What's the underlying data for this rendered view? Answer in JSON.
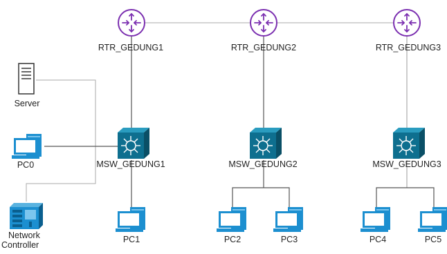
{
  "routers": [
    {
      "id": "r1",
      "label": "RTR_GEDUNG1"
    },
    {
      "id": "r2",
      "label": "RTR_GEDUNG2"
    },
    {
      "id": "r3",
      "label": "RTR_GEDUNG3"
    }
  ],
  "switches": [
    {
      "id": "s1",
      "label": "MSW_GEDUNG1",
      "glyph": "SI"
    },
    {
      "id": "s2",
      "label": "MSW_GEDUNG2",
      "glyph": "SI"
    },
    {
      "id": "s3",
      "label": "MSW_GEDUNG3",
      "glyph": "SI"
    }
  ],
  "devices": {
    "server": {
      "label": "Server",
      "icon": "server-icon"
    },
    "pc0": {
      "label": "PC0",
      "icon": "pc-icon"
    },
    "network_controller": {
      "label_line1": "Network",
      "label_line2": "Controller",
      "icon": "network-controller-icon"
    },
    "pcs": [
      {
        "id": "pc1",
        "label": "PC1"
      },
      {
        "id": "pc2",
        "label": "PC2"
      },
      {
        "id": "pc3",
        "label": "PC3"
      },
      {
        "id": "pc4",
        "label": "PC4"
      },
      {
        "id": "pc5",
        "label": "PC5"
      }
    ]
  },
  "colors": {
    "router_stroke": "#7b2fb0",
    "switch_fill": "#0e6f8f",
    "switch_dark": "#0a4f66",
    "pc_fill": "#1c8fd0",
    "link": "#555555",
    "link_light": "#aaaaaa"
  }
}
